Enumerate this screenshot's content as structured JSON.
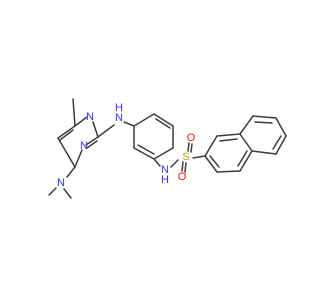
{
  "colors": {
    "background": "#ffffff",
    "bond": "#3c3c3c",
    "N": "#3030ff",
    "S": "#c8a000",
    "O": "#ff1010"
  },
  "atom_labels": {
    "n_dimethyl": "N",
    "n_ring_a": "N",
    "n_ring_b": "N",
    "n_amine": "N",
    "h_amine": "H",
    "n_sulfonamide": "N",
    "h_sulfonamide": "H",
    "sulfur": "S",
    "oxygen_top": "O",
    "oxygen_bottom": "O"
  }
}
